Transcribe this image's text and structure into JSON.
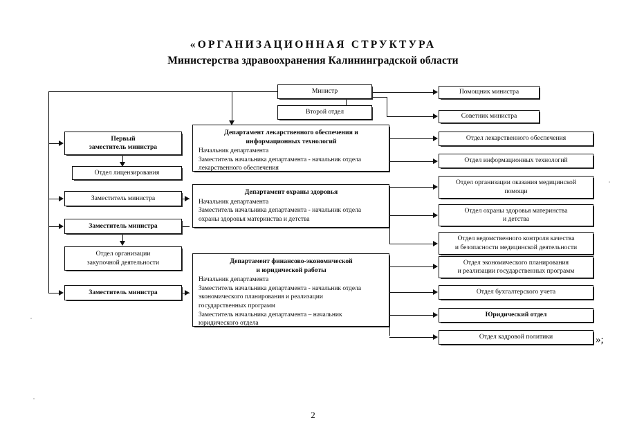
{
  "document": {
    "title_line1": "«ОРГАНИЗАЦИОННАЯ СТРУКТУРА",
    "title_line2": "Министерства здравоохранения Калининградской области",
    "closing_quote": "»;",
    "page_number": "2"
  },
  "top": {
    "minister": "Министр",
    "second_department": "Второй отдел",
    "assistant": "Помощник министра",
    "advisor": "Советник министра"
  },
  "left_column": {
    "first_deputy_line1": "Первый",
    "first_deputy_line2": "заместитель министра",
    "licensing_department": "Отдел лицензирования",
    "deputy_2": "Заместитель министра",
    "deputy_3": "Заместитель министра",
    "procurement_line1": "Отдел организации",
    "procurement_line2": "закупочной деятельности",
    "deputy_4": "Заместитель министра"
  },
  "departments": [
    {
      "head_line1": "Департамент лекарственного обеспечения и",
      "head_line2": "информационных технологий",
      "body": [
        "Начальник департамента",
        "Заместитель начальника департамента - начальник отдела",
        "лекарственного обеспечения"
      ]
    },
    {
      "head_line1": "Департамент охраны здоровья",
      "head_line2": "",
      "body": [
        "Начальник департамента",
        "Заместитель начальника департамента - начальник отдела",
        "охраны здоровья материнства и детства"
      ]
    },
    {
      "head_line1": "Департамент финансово-экономической",
      "head_line2": "и юридической работы",
      "body": [
        "Начальник департамента",
        "Заместитель начальника департамента - начальник отдела",
        "экономического планирования и реализации",
        "государственных программ",
        "Заместитель начальника департамента – начальник",
        "юридического отдела"
      ]
    }
  ],
  "right_column": [
    {
      "line1": "Отдел лекарственного обеспечения",
      "line2": ""
    },
    {
      "line1": "Отдел информационных технологий",
      "line2": ""
    },
    {
      "line1": "Отдел организации оказания медицинской",
      "line2": "помощи"
    },
    {
      "line1": "Отдел охраны здоровья материнства",
      "line2": "и детства"
    },
    {
      "line1": "Отдел ведомственного контроля качества",
      "line2": "и безопасности медицинской деятельности"
    },
    {
      "line1": "Отдел экономического планирования",
      "line2": "и реализации государственных программ"
    },
    {
      "line1": "Отдел бухгалтерского учета",
      "line2": ""
    },
    {
      "line1": "Юридический отдел",
      "line2": ""
    },
    {
      "line1": "Отдел кадровой политики",
      "line2": ""
    }
  ]
}
